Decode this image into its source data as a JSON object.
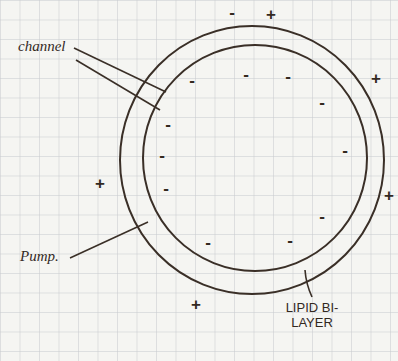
{
  "diagram": {
    "labels": [
      "channel",
      "Pump.",
      "LIPID BI-LAYER",
      "-",
      "+",
      "+",
      "+",
      "+",
      "+",
      "-",
      "-",
      "-",
      "-",
      "-",
      "-",
      "-",
      "-",
      "-",
      "-",
      "-"
    ]
  }
}
